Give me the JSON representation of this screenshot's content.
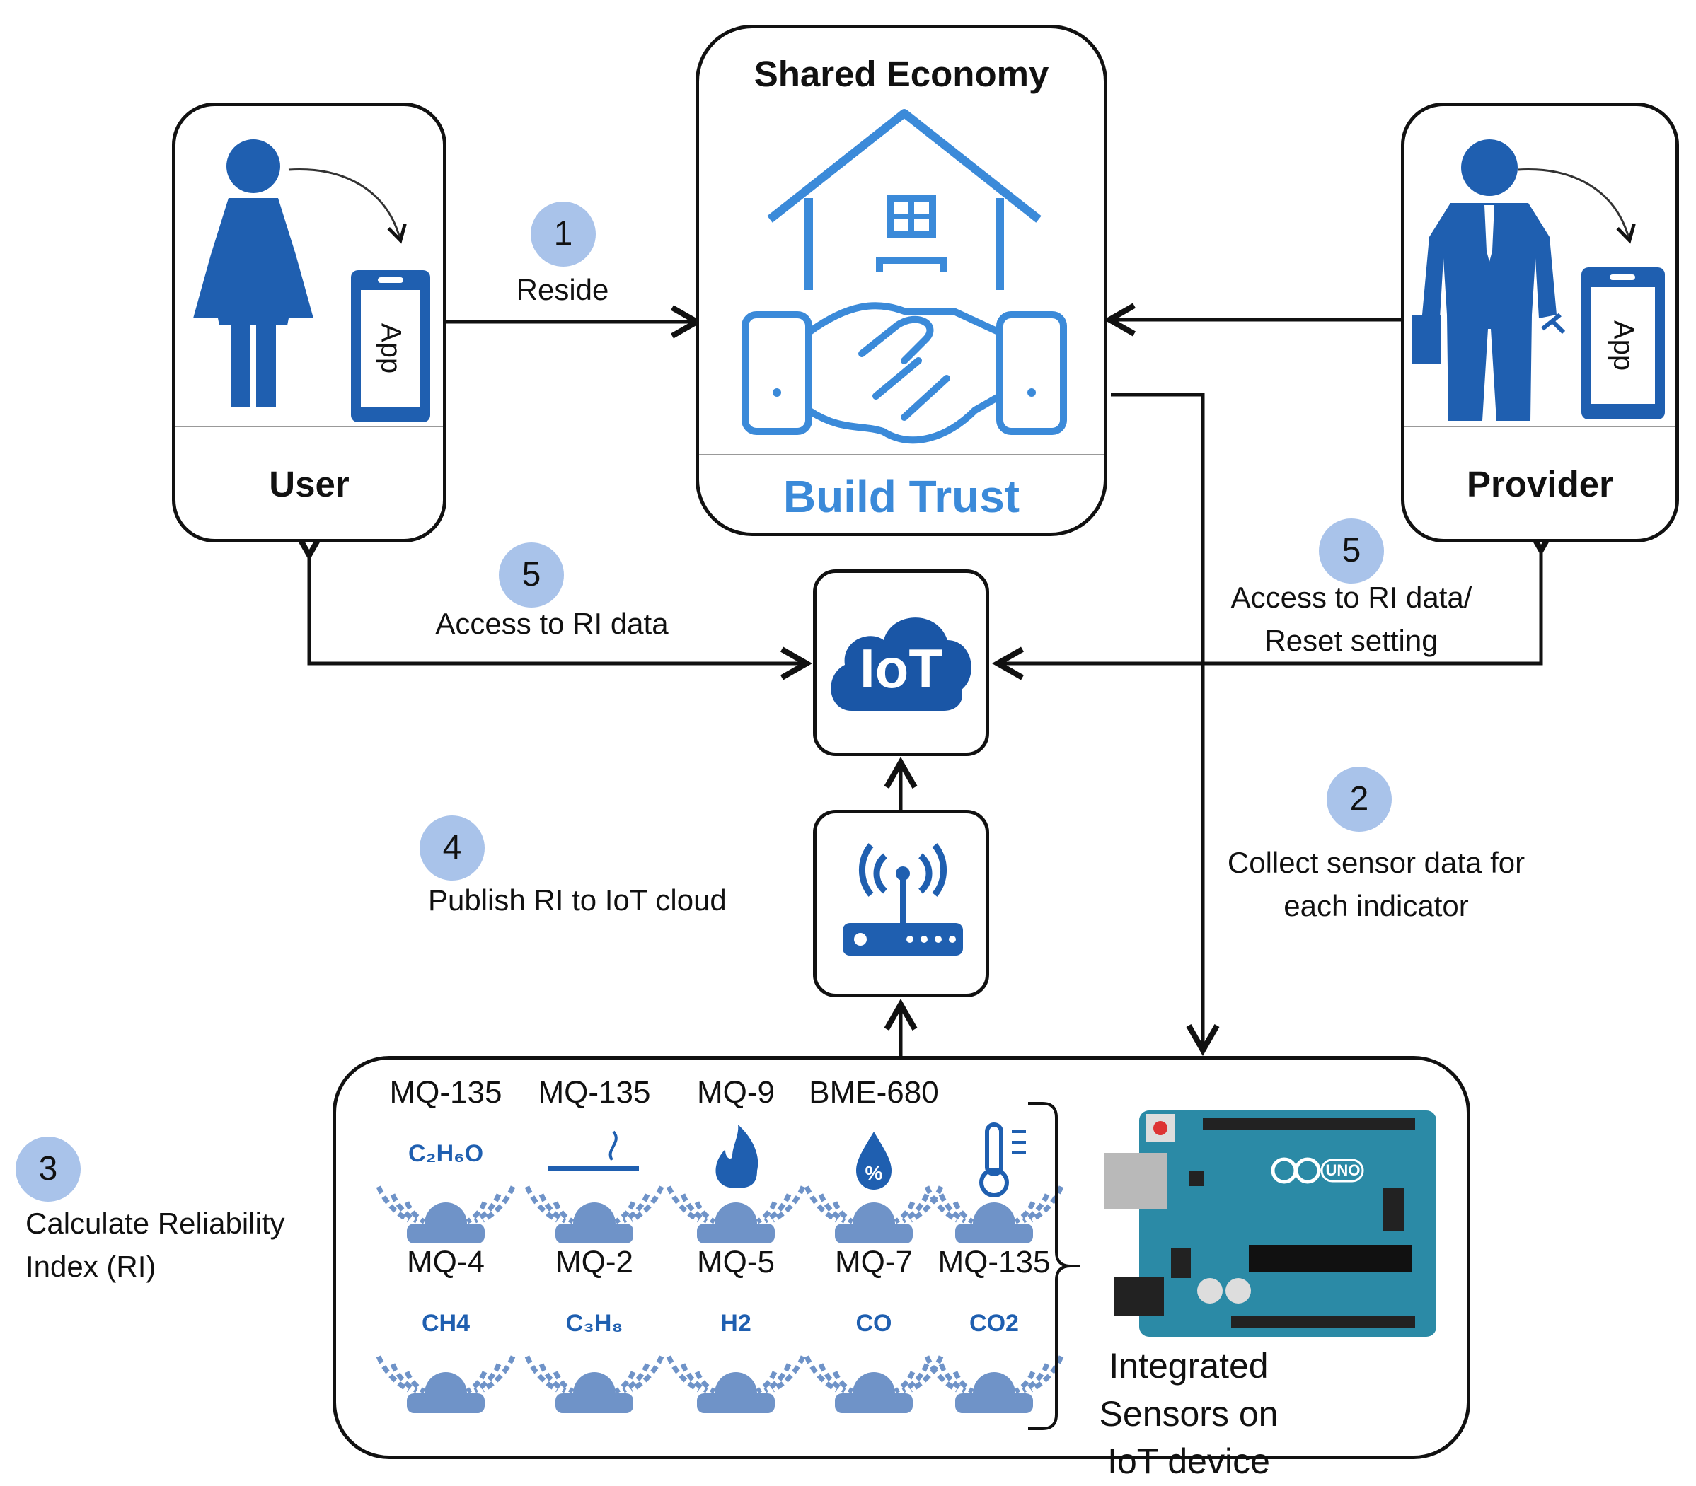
{
  "nodes": {
    "user": {
      "label": "User",
      "app_label": "App"
    },
    "shared_economy": {
      "title": "Shared Economy",
      "subtitle": "Build Trust"
    },
    "provider": {
      "label": "Provider",
      "app_label": "App"
    },
    "iot_cloud": {
      "label": "IoT"
    },
    "device": {
      "caption": "Integrated Sensors on IoT device"
    }
  },
  "steps": [
    {
      "number": "1",
      "text": "Reside"
    },
    {
      "number": "2",
      "text_line1": "Collect sensor data for",
      "text_line2": "each indicator"
    },
    {
      "number": "3",
      "text_line1": "Calculate Reliability",
      "text_line2": "Index (RI)"
    },
    {
      "number": "4",
      "text": "Publish RI to IoT cloud"
    },
    {
      "number": "5",
      "text": "Access to RI data"
    },
    {
      "number": "5",
      "text_line1": "Access to RI data/",
      "text_line2": "Reset setting"
    }
  ],
  "sensors": [
    {
      "name": "MQ-135",
      "icon": "C₂H₆O"
    },
    {
      "name": "MQ-135",
      "icon": "smoke-icon"
    },
    {
      "name": "MQ-9",
      "icon": "fire-icon"
    },
    {
      "name": "BME-680",
      "icon": "humidity-icon"
    },
    {
      "name": "",
      "icon": "temperature-icon"
    },
    {
      "name": "MQ-4",
      "icon": "CH4"
    },
    {
      "name": "MQ-2",
      "icon": "C₃H₈"
    },
    {
      "name": "MQ-5",
      "icon": "H2"
    },
    {
      "name": "MQ-7",
      "icon": "CO"
    },
    {
      "name": "MQ-135",
      "icon": "CO2"
    }
  ],
  "arduino_labels": {
    "brand": "UNO"
  },
  "colors": {
    "icon_blue": "#1f5fb0",
    "step_circle": "#a9c3ea",
    "build_trust": "#3b8ad9",
    "sensor_base": "#6f93c8"
  }
}
